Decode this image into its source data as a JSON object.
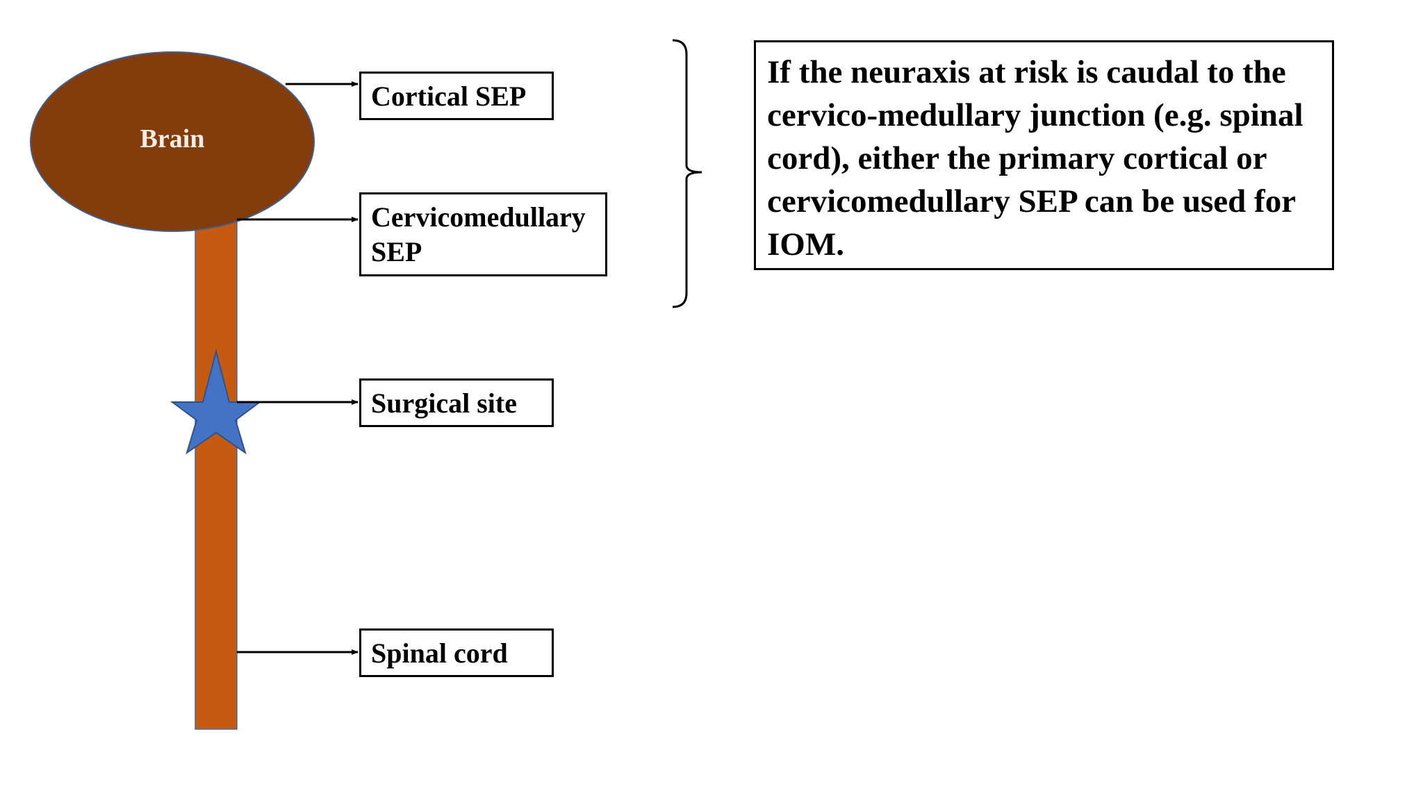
{
  "colors": {
    "brain_fill": "#833c0c",
    "cord_fill": "#c55a11",
    "star_fill": "#4472c4",
    "outline": "#000000"
  },
  "brain": {
    "label": "Brain"
  },
  "labels": {
    "cortical": "Cortical SEP",
    "cervicomedullary_line1": "Cervicomedullary",
    "cervicomedullary_line2": "SEP",
    "surgical_site": "Surgical site",
    "spinal_cord": "Spinal cord"
  },
  "note": {
    "text": "If the neuraxis at risk is caudal to the cervico-medullary junction (e.g. spinal cord), either the primary cortical or cervicomedullary SEP can be used for IOM."
  }
}
